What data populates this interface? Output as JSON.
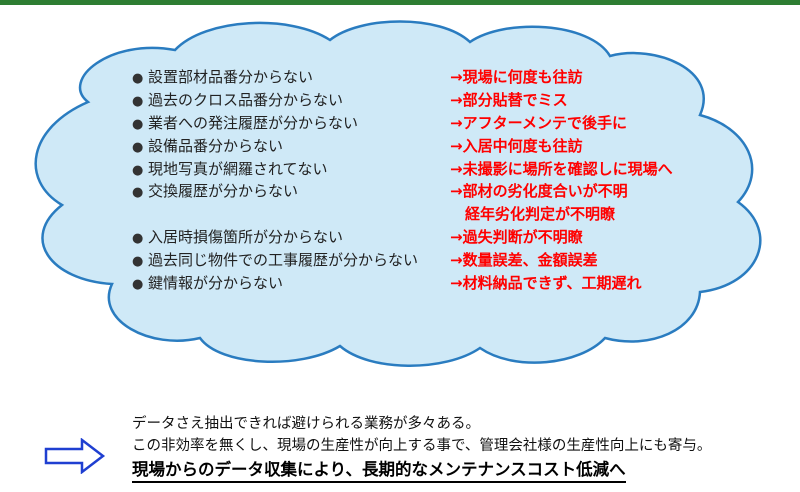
{
  "colors": {
    "top_bar": "#2e7d32",
    "cloud_fill": "#cfe9f7",
    "cloud_stroke": "#2a7cc0",
    "consequence_text": "#ff0000",
    "arrow_stroke": "#1f3fd1"
  },
  "cloud": {
    "rows": [
      {
        "bullet": "●",
        "problem": "設置部材品番分からない",
        "consequence": "→現場に何度も往訪"
      },
      {
        "bullet": "●",
        "problem": "過去のクロス品番分からない",
        "consequence": "→部分貼替でミス"
      },
      {
        "bullet": "●",
        "problem": "業者への発注履歴が分からない",
        "consequence": "→アフターメンテで後手に"
      },
      {
        "bullet": "●",
        "problem": "設備品番分からない",
        "consequence": "→入居中何度も往訪"
      },
      {
        "bullet": "●",
        "problem": "現地写真が網羅されてない",
        "consequence": "→未撮影に場所を確認しに現場へ"
      },
      {
        "bullet": "●",
        "problem": "交換履歴が分からない",
        "consequence": "→部材の劣化度合いが不明"
      },
      {
        "bullet": "",
        "problem": "",
        "consequence": "　経年劣化判定が不明瞭"
      },
      {
        "bullet": "●",
        "problem": "入居時損傷箇所が分からない",
        "consequence": "→過失判断が不明瞭"
      },
      {
        "bullet": "●",
        "problem": "過去同じ物件での工事履歴が分からない",
        "consequence": "→数量誤差、金額誤差"
      },
      {
        "bullet": "●",
        "problem": "鍵情報が分からない",
        "consequence": "→材料納品できず、工期遅れ"
      }
    ]
  },
  "footer": {
    "arrow_icon": "right-outline-arrow-icon",
    "line1": "データさえ抽出できれば避けられる業務が多々ある。",
    "line2": "この非効率を無くし、現場の生産性が向上する事で、管理会社様の生産性向上にも寄与。",
    "line3": "現場からのデータ収集により、長期的なメンテナンスコスト低減へ"
  }
}
